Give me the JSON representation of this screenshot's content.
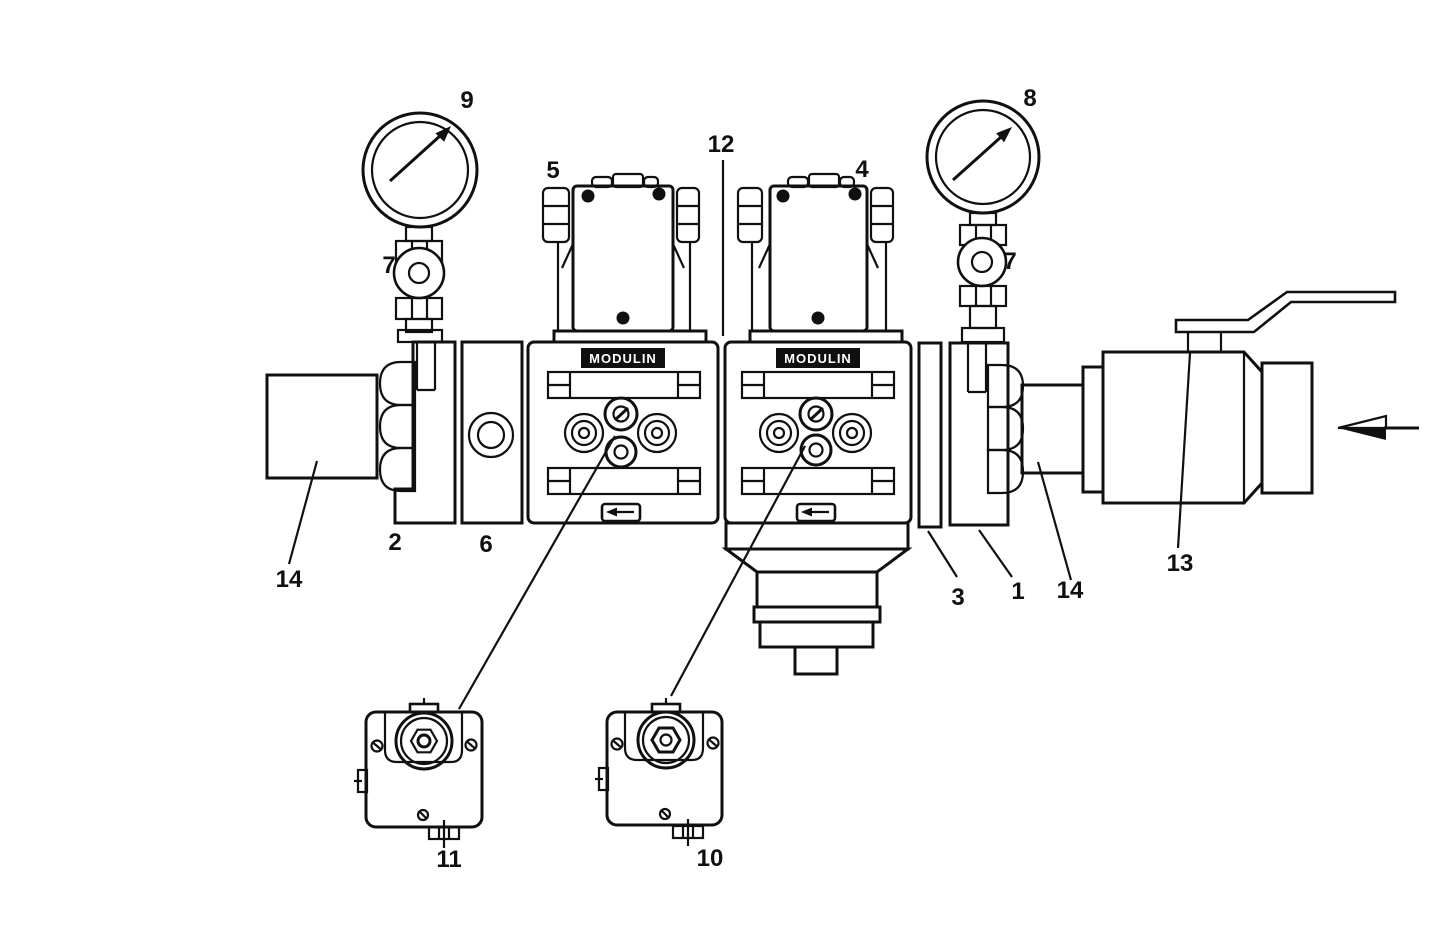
{
  "diagram": {
    "brand": "MODULIN",
    "colors": {
      "background": "#ffffff",
      "line": "#101010"
    },
    "parts": [
      {
        "ref": "9",
        "part": "pressure-gauge-left"
      },
      {
        "ref": "7",
        "part": "gauge-isolator-valve-left"
      },
      {
        "ref": "5",
        "part": "solenoid-head-left"
      },
      {
        "ref": "12",
        "part": "module-interface"
      },
      {
        "ref": "4",
        "part": "solenoid-head-right"
      },
      {
        "ref": "8",
        "part": "pressure-gauge-right"
      },
      {
        "ref": "7",
        "part": "gauge-isolator-valve-right"
      },
      {
        "ref": "14",
        "part": "pipe-connection-left"
      },
      {
        "ref": "2",
        "part": "end-plate-left"
      },
      {
        "ref": "6",
        "part": "spacer-plate"
      },
      {
        "ref": "3",
        "part": "seal-plate"
      },
      {
        "ref": "1",
        "part": "end-plate-right"
      },
      {
        "ref": "14",
        "part": "pipe-connection-right"
      },
      {
        "ref": "13",
        "part": "ball-valve"
      },
      {
        "ref": "11",
        "part": "pilot-valve-left"
      },
      {
        "ref": "10",
        "part": "pilot-valve-right"
      }
    ]
  }
}
